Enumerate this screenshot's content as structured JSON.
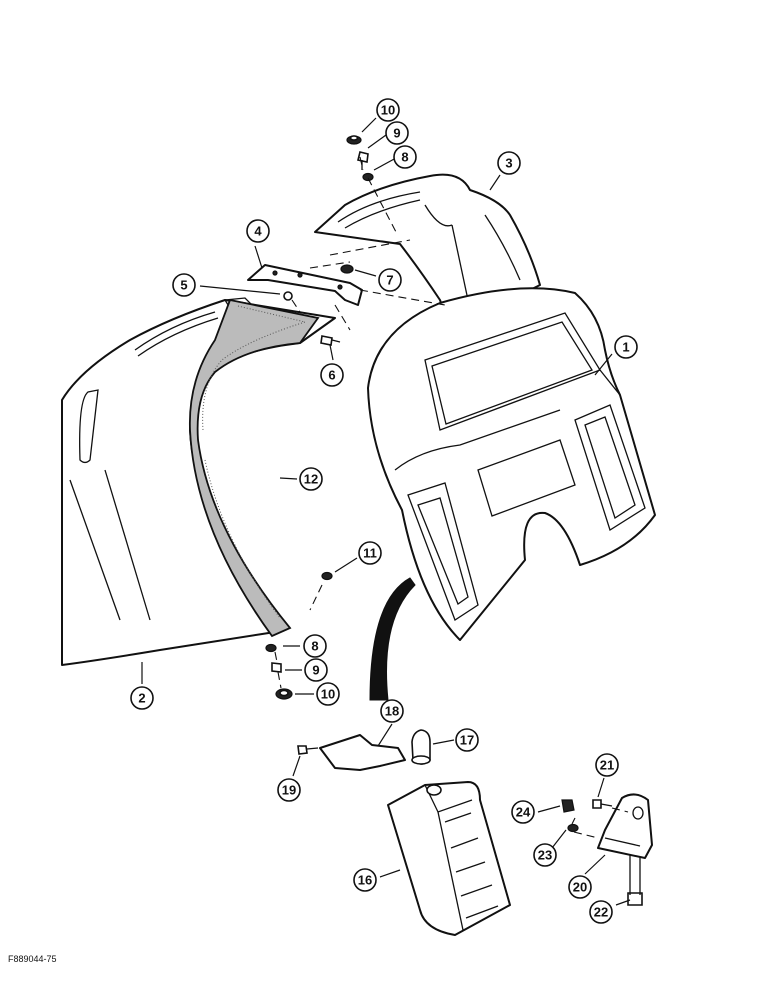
{
  "figure_code": "F889044-75",
  "callouts": [
    {
      "id": "c1",
      "label": "1"
    },
    {
      "id": "c2",
      "label": "2"
    },
    {
      "id": "c3",
      "label": "3"
    },
    {
      "id": "c4",
      "label": "4"
    },
    {
      "id": "c5",
      "label": "5"
    },
    {
      "id": "c6",
      "label": "6"
    },
    {
      "id": "c7",
      "label": "7"
    },
    {
      "id": "c8a",
      "label": "8"
    },
    {
      "id": "c8b",
      "label": "8"
    },
    {
      "id": "c9a",
      "label": "9"
    },
    {
      "id": "c9b",
      "label": "9"
    },
    {
      "id": "c10a",
      "label": "10"
    },
    {
      "id": "c10b",
      "label": "10"
    },
    {
      "id": "c11",
      "label": "11"
    },
    {
      "id": "c12",
      "label": "12"
    },
    {
      "id": "c16",
      "label": "16"
    },
    {
      "id": "c17",
      "label": "17"
    },
    {
      "id": "c18",
      "label": "18"
    },
    {
      "id": "c19",
      "label": "19"
    },
    {
      "id": "c20",
      "label": "20"
    },
    {
      "id": "c21",
      "label": "21"
    },
    {
      "id": "c22",
      "label": "22"
    },
    {
      "id": "c23",
      "label": "23"
    },
    {
      "id": "c24",
      "label": "24"
    }
  ]
}
